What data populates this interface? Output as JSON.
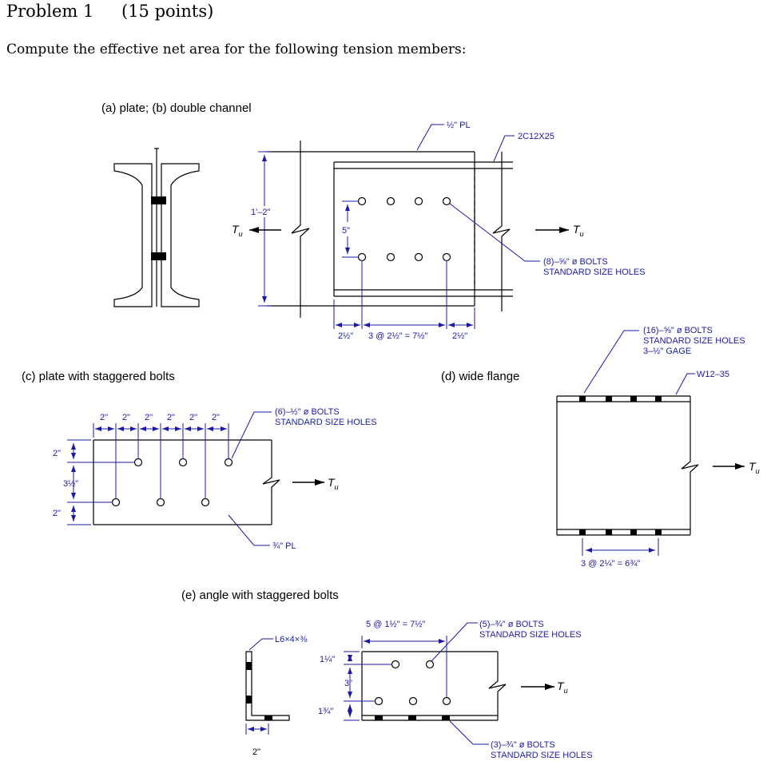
{
  "header": {
    "problem_title": "Problem 1",
    "points": "(15 points)",
    "instruction": "Compute the effective net area for the following tension members:"
  },
  "parts": {
    "ab": {
      "title": "(a) plate; (b) double channel",
      "plate_label": "½\" PL",
      "channel_label": "2C12X25",
      "height_dim": "1'–2\"",
      "spacing_dim": "5\"",
      "bolt_note_line1": "(8)–⅝\" ø BOLTS",
      "bolt_note_line2": "STANDARD SIZE HOLES",
      "dim_left": "2½\"",
      "dim_mid": "3 @ 2½\" = 7½\"",
      "dim_right": "2½\"",
      "load_left": "T",
      "load_right": "T",
      "load_sub": "u"
    },
    "c": {
      "title": "(c) plate with staggered bolts",
      "pitches": [
        "2\"",
        "2\"",
        "2\"",
        "2\"",
        "2\"",
        "2\""
      ],
      "edge_top": "2\"",
      "gage": "3½\"",
      "edge_bottom": "2\"",
      "bolt_note_line1": "(6)–½\" ø BOLTS",
      "bolt_note_line2": "STANDARD SIZE HOLES",
      "plate_label": "¾\" PL",
      "load": "T",
      "load_sub": "u"
    },
    "d": {
      "title": "(d) wide flange",
      "bolt_note_line1": "(16)–⅝\" ø BOLTS",
      "bolt_note_line2": "STANDARD SIZE HOLES",
      "bolt_note_line3": "3–½\" GAGE",
      "section_label": "W12–35",
      "spacing_dim": "3 @ 2¼\" = 6¾\"",
      "load": "T",
      "load_sub": "u"
    },
    "e": {
      "title": "(e) angle with staggered bolts",
      "angle_label": "L6×4×⅜",
      "leg_dim": "2\"",
      "pitch_dim": "5 @ 1½\" = 7½\"",
      "edge_top": "1¼\"",
      "gage": "3\"",
      "edge_bottom": "1¾\"",
      "bolt_note_line1": "(5)–¾\" ø BOLTS",
      "bolt_note_line2": "STANDARD SIZE HOLES",
      "bolt_note2_line1": "(3)–¾\" ø BOLTS",
      "bolt_note2_line2": "STANDARD SIZE HOLES",
      "load": "T",
      "load_sub": "u"
    }
  },
  "colors": {
    "ink": "#000000",
    "dimension": "#1a1aa6"
  }
}
